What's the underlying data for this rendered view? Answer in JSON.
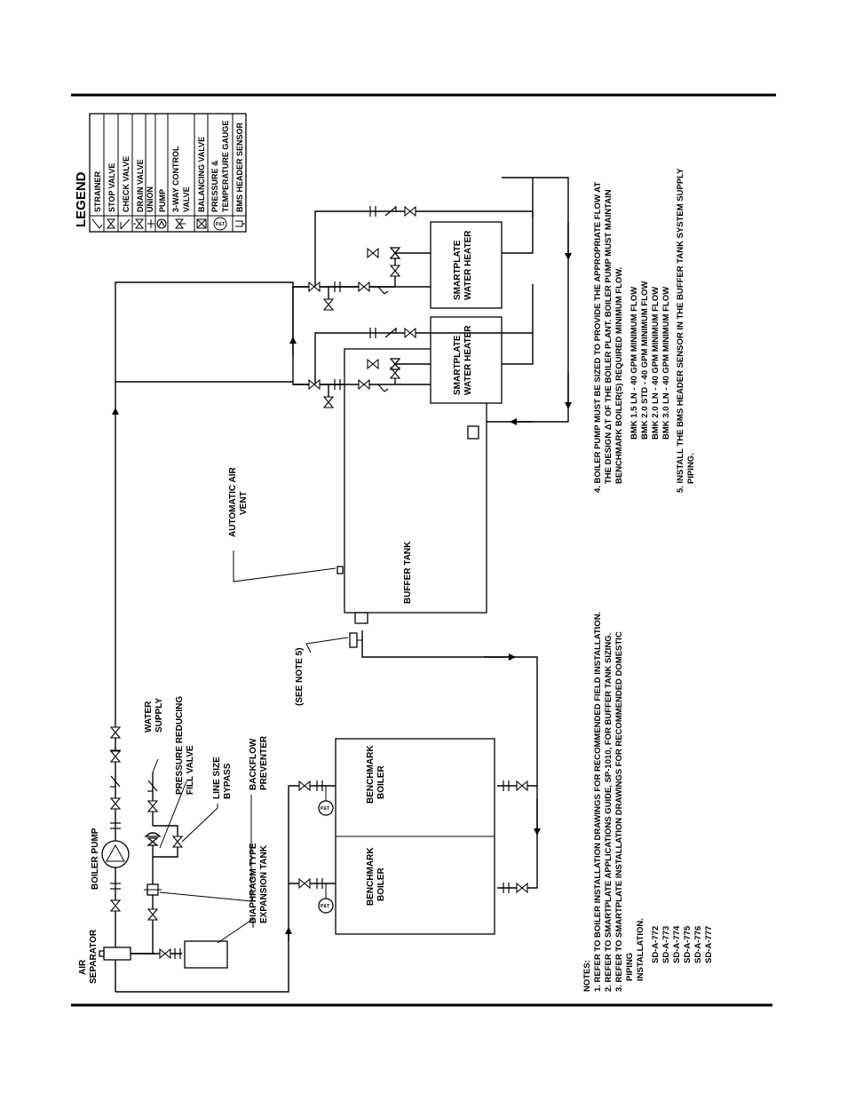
{
  "legend": {
    "title": "LEGEND",
    "items": [
      {
        "icon": "strainer-icon",
        "label": "STRAINER"
      },
      {
        "icon": "stop-valve-icon",
        "label": "STOP VALVE"
      },
      {
        "icon": "check-valve-icon",
        "label": "CHECK VALVE"
      },
      {
        "icon": "drain-valve-icon",
        "label": "DRAIN VALVE"
      },
      {
        "icon": "union-icon",
        "label": "UNION"
      },
      {
        "icon": "pump-icon",
        "label": "PUMP"
      },
      {
        "icon": "three-way-control-valve-icon",
        "label": "3-WAY CONTROL",
        "label2": "VALVE"
      },
      {
        "icon": "balancing-valve-icon",
        "label": "BALANCING VALVE"
      },
      {
        "icon": "pressure-temperature-gauge-icon",
        "label": "PRESSURE &",
        "label2": "TEMPERATURE GAUGE"
      },
      {
        "icon": "bms-header-sensor-icon",
        "label": "BMS HEADER SENSOR"
      }
    ]
  },
  "labels": {
    "air_separator": [
      "AIR",
      "SEPARATOR"
    ],
    "boiler_pump": "BOILER PUMP",
    "water_supply": [
      "WATER",
      "SUPPLY"
    ],
    "pressure_reducing": [
      "PRESSURE REDUCING",
      "FILL VALVE"
    ],
    "line_size_bypass": [
      "LINE SIZE",
      "BYPASS"
    ],
    "backflow_preventer": [
      "BACKFLOW",
      "PREVENTER"
    ],
    "diaphragm_tank": [
      "DIAPHRAGM TYPE",
      "EXPANSION TANK"
    ],
    "see_note_5": "(SEE NOTE 5)",
    "automatic_air_vent": [
      "AUTOMATIC AIR",
      "VENT"
    ],
    "buffer_tank": "BUFFER TANK",
    "benchmark_boiler": [
      "BENCHMARK",
      "BOILER"
    ],
    "smartplate_heater": [
      "SMARTPLATE",
      "WATER HEATER"
    ],
    "gauge_text": "P&T"
  },
  "notes": {
    "title": "NOTES:",
    "lines": [
      "1. REFER TO BOILER INSTALLATION DRAWINGS FOR RECOMMENDED FIELD INSTALLATION.",
      "2. REFER TO SMARTPLATE APPLICATIONS GUIDE, SP-1010, FOR BUFFER TANK SIZING.",
      "3. REFER TO SMARTPLATE INSTALLATION DRAWINGS FOR RECOMMENDED DOMESTIC",
      "PIPING",
      "INSTALLATION.",
      "SD-A-772",
      "SD-A-773",
      "SD-A-774",
      "SD-A-775",
      "SD-A-776",
      "SD-A-777"
    ],
    "pump_lines": [
      "4. BOILER PUMP MUST BE SIZED TO PROVIDE THE APPROPRIATE FLOW AT",
      "THE DESIGN ΔT OF THE BOILER PLANT. BOILER PUMP MUST MAINTAIN",
      "BENCHMARK BOILER(S) REQUIRED MINIMUM FLOW.",
      "BMK 1.5 LN - 40 GPM MINIMUM FLOW",
      "BMK 2.0 STD - 40 GPM MINIMUM FLOW",
      "BMK 2.0 LN - 40 GPM MINIMUM FLOW",
      "BMK 3.0 LN - 40 GPM MINIMUM FLOW",
      "5. INSTALL THE BMS HEADER SENSOR IN THE BUFFER TANK SYSTEM SUPPLY",
      "PIPING."
    ]
  }
}
